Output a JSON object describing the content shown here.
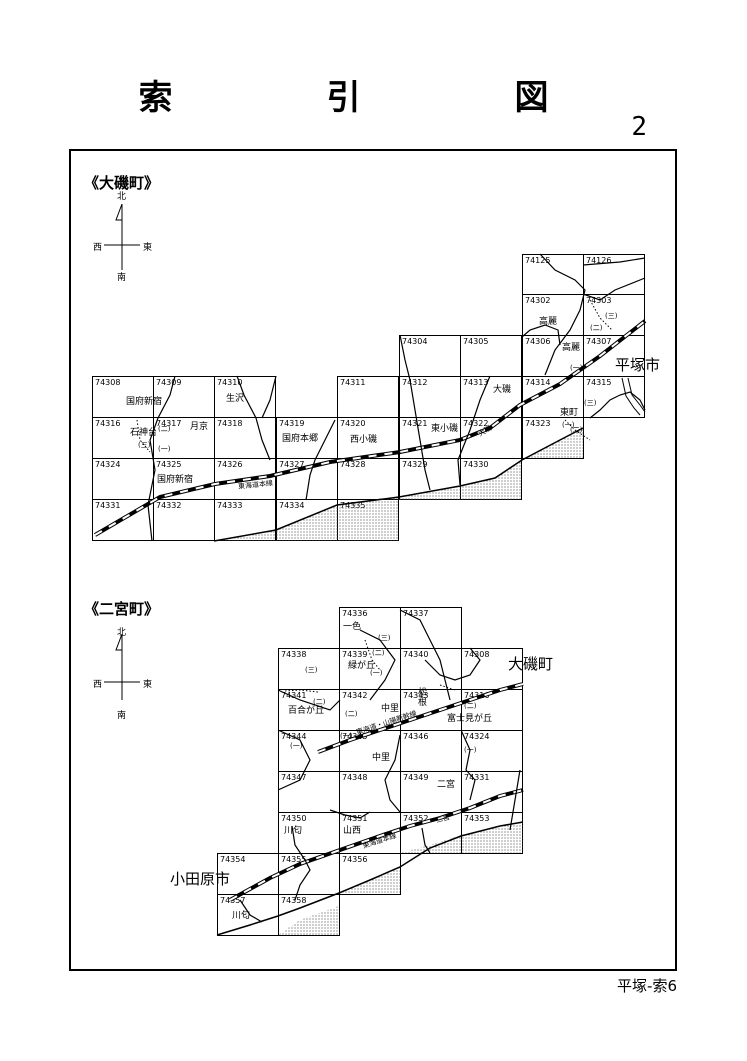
{
  "title": "索　引　図",
  "page_number": "2",
  "footer": "平塚-索6",
  "compass": {
    "north": "北",
    "south": "南",
    "east": "東",
    "west": "西"
  },
  "oiso": {
    "section_label": "《大磯町》",
    "cells": [
      {
        "id": "74125"
      },
      {
        "id": "74126"
      },
      {
        "id": "74302"
      },
      {
        "id": "74303"
      },
      {
        "id": "74304"
      },
      {
        "id": "74305"
      },
      {
        "id": "74306"
      },
      {
        "id": "74307"
      },
      {
        "id": "74308"
      },
      {
        "id": "74309"
      },
      {
        "id": "74310"
      },
      {
        "id": "74311"
      },
      {
        "id": "74312"
      },
      {
        "id": "74313"
      },
      {
        "id": "74314"
      },
      {
        "id": "74315"
      },
      {
        "id": "74316"
      },
      {
        "id": "74317"
      },
      {
        "id": "74318"
      },
      {
        "id": "74319"
      },
      {
        "id": "74320"
      },
      {
        "id": "74321"
      },
      {
        "id": "74322"
      },
      {
        "id": "74323"
      },
      {
        "id": "74324"
      },
      {
        "id": "74325"
      },
      {
        "id": "74326"
      },
      {
        "id": "74327"
      },
      {
        "id": "74328"
      },
      {
        "id": "74329"
      },
      {
        "id": "74330"
      },
      {
        "id": "74331"
      },
      {
        "id": "74332"
      },
      {
        "id": "74333"
      },
      {
        "id": "74334"
      },
      {
        "id": "74335"
      }
    ],
    "places": [
      "高麗",
      "高麗",
      "平塚市",
      "国府新宿",
      "生沢",
      "石神台",
      "月京",
      "国府本郷",
      "西小磯",
      "東小磯",
      "大磯",
      "東町",
      "国府新宿",
      "東海道本線",
      "大磯"
    ]
  },
  "ninomiya": {
    "section_label": "《二宮町》",
    "cells": [
      {
        "id": "74336"
      },
      {
        "id": "74337"
      },
      {
        "id": "74338"
      },
      {
        "id": "74339"
      },
      {
        "id": "74340"
      },
      {
        "id": "74308"
      },
      {
        "id": "74341"
      },
      {
        "id": "74342"
      },
      {
        "id": "74343"
      },
      {
        "id": "74316"
      },
      {
        "id": "74344"
      },
      {
        "id": "74345"
      },
      {
        "id": "74346"
      },
      {
        "id": "74324"
      },
      {
        "id": "74347"
      },
      {
        "id": "74348"
      },
      {
        "id": "74349"
      },
      {
        "id": "74331"
      },
      {
        "id": "74350"
      },
      {
        "id": "74351"
      },
      {
        "id": "74352"
      },
      {
        "id": "74353"
      },
      {
        "id": "74354"
      },
      {
        "id": "74355"
      },
      {
        "id": "74356"
      },
      {
        "id": "74357"
      },
      {
        "id": "74358"
      }
    ],
    "places": [
      "一色",
      "緑が丘",
      "大磯町",
      "百合が丘",
      "中里",
      "松根",
      "富士見が丘",
      "中里",
      "二宮",
      "川匂",
      "山西",
      "二宮",
      "小田原市",
      "川匂",
      "東海道・山陽新幹線",
      "東海道本線"
    ]
  }
}
